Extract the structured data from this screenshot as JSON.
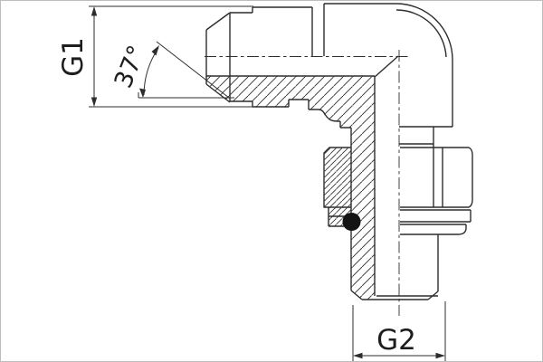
{
  "drawing": {
    "type": "technical-drawing",
    "part": "90-degree-elbow-fitting-section-view",
    "labels": {
      "g1": "G1",
      "angle": "37°",
      "g2": "G2"
    },
    "colors": {
      "line": "#2d2d2d",
      "text": "#1d1d1d",
      "o_ring_fill": "#141414",
      "background": "#ffffff",
      "border": "#bdbdbd"
    }
  }
}
